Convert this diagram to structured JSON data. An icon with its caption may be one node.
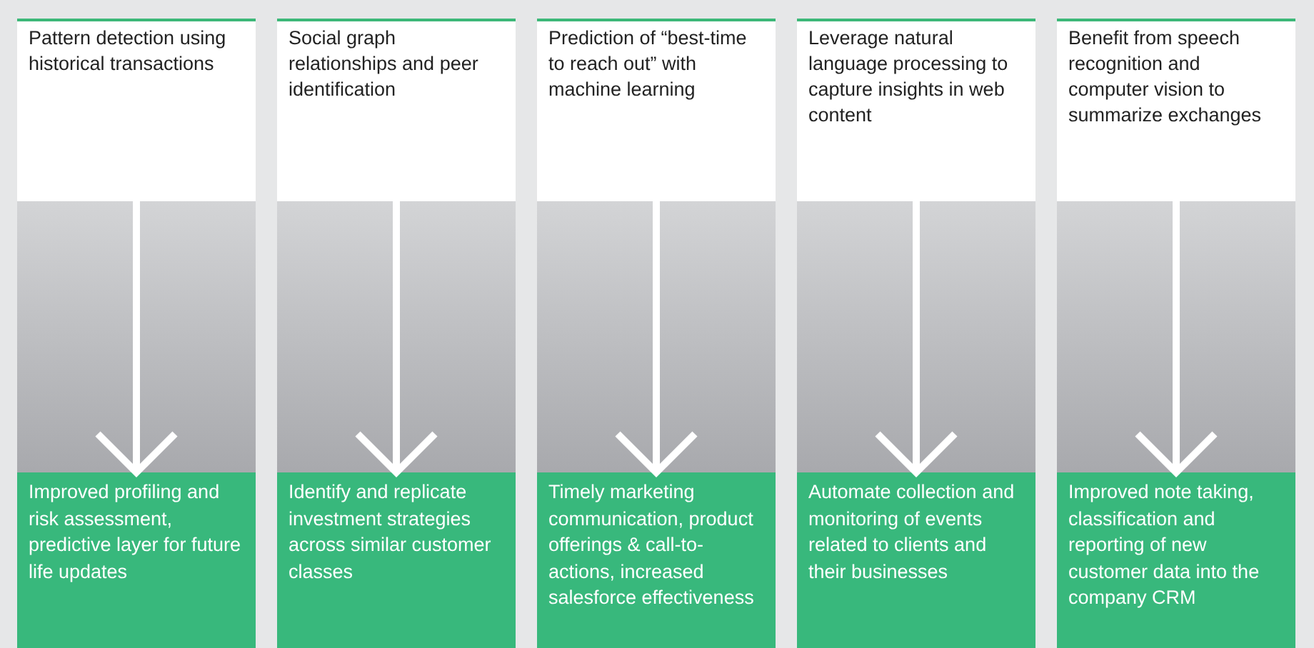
{
  "diagram": {
    "nodes": [
      {
        "text": [
          "Pattern detection using historical transactions"
        ]
      },
      {
        "text": [
          "Improved profiling and risk assessment, predictive layer for future life updates"
        ]
      },
      {
        "text": [
          "Social graph relationships and peer identification"
        ]
      },
      {
        "text": [
          "Identify and replicate investment strategies across similar customer classes"
        ]
      },
      {
        "text": [
          "Prediction of “best-time to reach out” with machine learning"
        ]
      },
      {
        "text": [
          "Timely marketing communication, product offerings & call-to-actions, increased salesforce effectiveness"
        ]
      },
      {
        "text": [
          "Leverage natural language processing to capture insights in web content"
        ]
      },
      {
        "text": [
          "Automate collection and monitoring of events related to clients and their businesses"
        ]
      },
      {
        "text": [
          "Benefit from speech recognition and computer vision to summarize exchanges"
        ]
      },
      {
        "text": [
          "Improved note taking, classification and reporting of new customer data into the company CRM"
        ]
      }
    ],
    "edges": [
      {
        "from": 0,
        "to": 1,
        "arrow": "to"
      },
      {
        "from": 2,
        "to": 3,
        "arrow": "to"
      },
      {
        "from": 4,
        "to": 5,
        "arrow": "to"
      },
      {
        "from": 6,
        "to": 7,
        "arrow": "to"
      },
      {
        "from": 8,
        "to": 9,
        "arrow": "to"
      }
    ]
  }
}
